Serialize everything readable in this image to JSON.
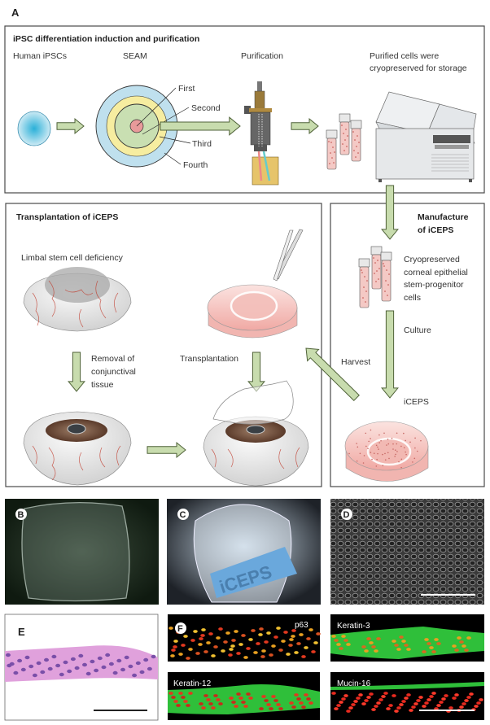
{
  "figure": {
    "panel_a": {
      "label": "A",
      "top_section": {
        "title": "iPSC differentiation induction and purification",
        "steps": [
          "Human iPSCs",
          "SEAM",
          "Purification"
        ],
        "storage_line1": "Purified cells were",
        "storage_line2": "cryopreserved for storage",
        "seam_zones": [
          "First",
          "Second",
          "Third",
          "Fourth"
        ]
      },
      "transplant_section": {
        "title": "Transplantation of iCEPS",
        "condition": "Limbal stem cell deficiency",
        "removal_line1": "Removal of",
        "removal_line2": "conjunctival",
        "removal_line3": "tissue",
        "transplantation": "Transplantation",
        "harvest": "Harvest"
      },
      "manufacture_section": {
        "title_line1": "Manufacture",
        "title_line2": "of iCEPS",
        "cells_line1": "Cryopreserved",
        "cells_line2": "corneal epithelial",
        "cells_line3": "stem-progenitor",
        "cells_line4": "cells",
        "culture": "Culture",
        "product": "iCEPS"
      }
    },
    "panel_b": {
      "label": "B"
    },
    "panel_c": {
      "label": "C",
      "sheet_text": "iCEPS"
    },
    "panel_d": {
      "label": "D"
    },
    "panel_e": {
      "label": "E"
    },
    "panel_f": {
      "label": "F",
      "stains": [
        "p63",
        "Keratin-3",
        "Keratin-12",
        "Mucin-16"
      ]
    },
    "colors": {
      "arrow_fill": "#c8dcae",
      "seam_outer": "#bfe0ee",
      "seam_third": "#f6eda0",
      "seam_second": "#c9dfb2",
      "seam_first": "#e89a9a",
      "he_stain": "#d98fd0",
      "immuno_green": "#2fbf3a",
      "immuno_red": "#e82a1f"
    }
  }
}
